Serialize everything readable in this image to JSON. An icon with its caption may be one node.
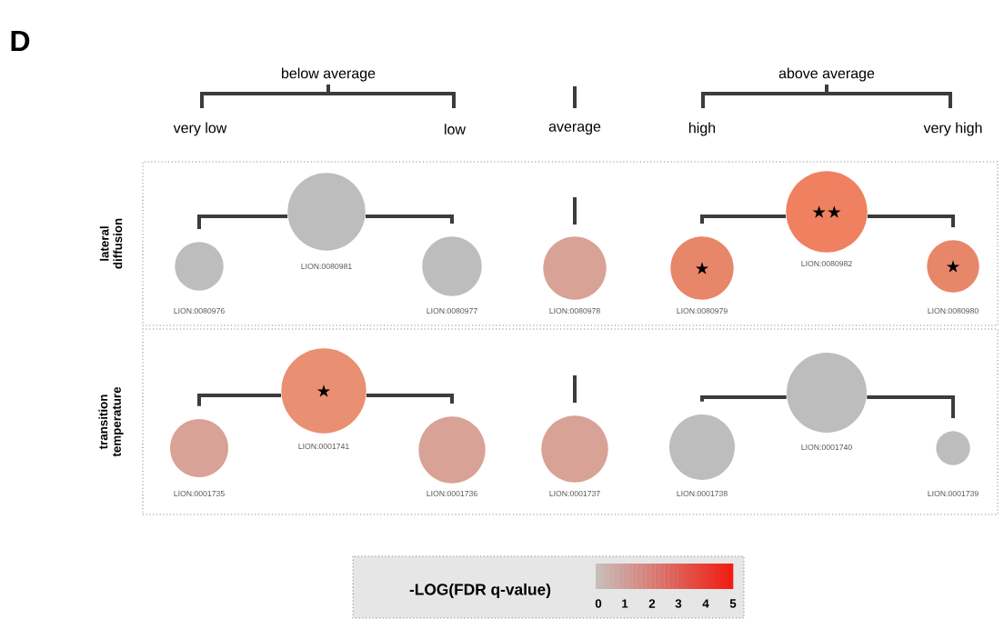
{
  "diagram": {
    "nodes": [
      {
        "text": [
          "lateral diffusion"
        ]
      },
      {
        "text": [],
        "shape": "circle",
        "in": 0,
        "beside": [
          "LION:0080976"
        ]
      },
      {
        "text": [],
        "shape": "circle",
        "in": 0,
        "beside": [
          "LION:0080981"
        ]
      },
      {
        "text": [],
        "shape": "circle",
        "in": 0,
        "beside": [
          "LION:0080977"
        ]
      },
      {
        "text": [],
        "shape": "circle",
        "in": 0,
        "beside": [
          "LION:0080978"
        ]
      },
      {
        "text": [
          "★"
        ],
        "in": 0,
        "beside": [
          "LION:0080979"
        ]
      },
      {
        "text": [
          "★★"
        ],
        "in": 0,
        "beside": [
          "LION:0080982"
        ]
      },
      {
        "text": [
          "★"
        ],
        "in": 0,
        "beside": [
          "LION:0080980"
        ]
      },
      {
        "text": [
          "transition temperature"
        ]
      },
      {
        "text": [],
        "shape": "circle",
        "in": 8,
        "beside": [
          "LION:0001735"
        ]
      },
      {
        "text": [
          "★"
        ],
        "in": 8,
        "beside": [
          "LION:0001741"
        ]
      },
      {
        "text": [],
        "shape": "circle",
        "in": 8,
        "beside": [
          "LION:0001736"
        ]
      },
      {
        "text": [],
        "shape": "circle",
        "in": 8,
        "beside": [
          "LION:0001737"
        ]
      },
      {
        "text": [],
        "shape": "circle",
        "in": 8,
        "beside": [
          "LION:0001738"
        ]
      },
      {
        "text": [],
        "shape": "circle",
        "in": 8,
        "beside": [
          "LION:0001740"
        ]
      },
      {
        "text": [],
        "shape": "circle",
        "in": 8,
        "beside": [
          "LION:0001739"
        ]
      }
    ],
    "edges": [
      {
        "from": 2,
        "to": 1,
        "arrow": "none"
      },
      {
        "from": 2,
        "to": 3,
        "arrow": "none"
      },
      {
        "from": 6,
        "to": 5,
        "arrow": "none"
      },
      {
        "from": 6,
        "to": 7,
        "arrow": "none"
      },
      {
        "from": 10,
        "to": 9,
        "arrow": "none"
      },
      {
        "from": 10,
        "to": 11,
        "arrow": "none"
      },
      {
        "from": 14,
        "to": 13,
        "arrow": "none"
      },
      {
        "from": 14,
        "to": 15,
        "arrow": "none"
      }
    ],
    "labels": [
      "D",
      "below average",
      "above average",
      "very low",
      "low",
      "average",
      "high",
      "very high",
      "-LOG(FDR q-value)",
      "0",
      "1",
      "2",
      "3",
      "4",
      "5"
    ]
  }
}
